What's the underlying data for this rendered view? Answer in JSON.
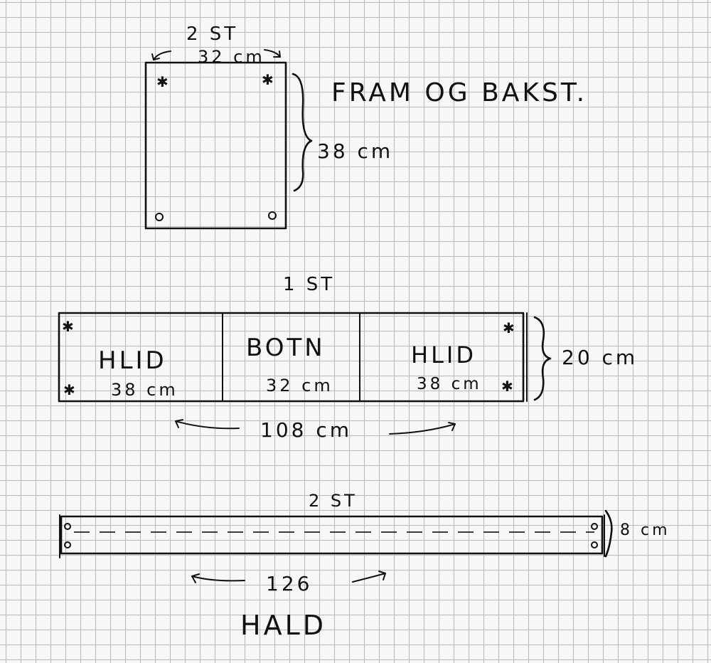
{
  "panel_front_back": {
    "qty": "2 ST",
    "width": "32 cm",
    "height": "38 cm",
    "name": "FRAM OG BAKST."
  },
  "panel_body": {
    "qty": "1 ST",
    "sections": [
      {
        "name": "HLID",
        "size": "38 cm"
      },
      {
        "name": "BOTN",
        "size": "32 cm"
      },
      {
        "name": "HLID",
        "size": "38 cm"
      }
    ],
    "total_length": "108 cm",
    "height": "20 cm"
  },
  "panel_strap": {
    "qty": "2 ST",
    "length": "126",
    "width": "8 cm",
    "name": "HALD"
  }
}
